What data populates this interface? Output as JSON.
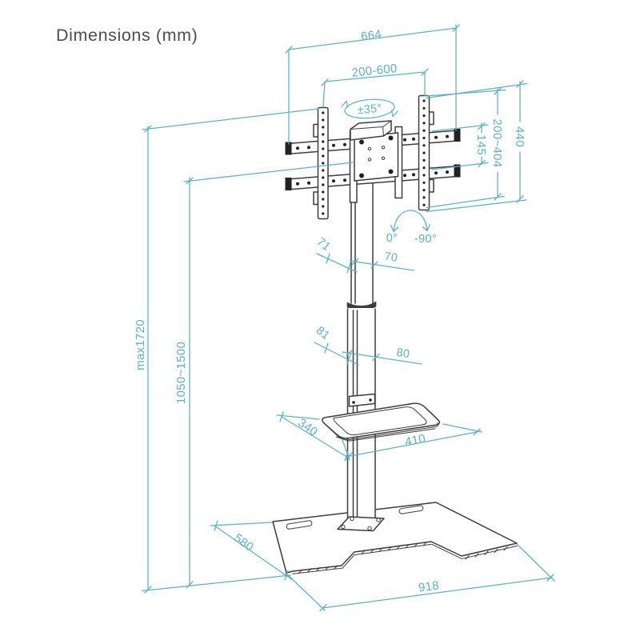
{
  "title": "Dimensions (mm)",
  "colors": {
    "dimension_lines": "#5fafbf",
    "drawing_lines": "#3c3c3c",
    "title_text": "#4d4d4d"
  },
  "dimensions": {
    "overall_width": "664",
    "vesa_width_range": "200-600",
    "swivel_angle": "±35°",
    "vesa_height_range": "200~404",
    "plate_height": "145",
    "bracket_height": "440",
    "tilt_min": "0°",
    "tilt_max": "-90°",
    "upper_column_depth": "71",
    "upper_column_width": "70",
    "lower_column_depth": "81",
    "lower_column_width": "80",
    "max_height": "max1720",
    "height_adjust_range": "1050~1500",
    "shelf_depth": "340",
    "shelf_width": "410",
    "base_depth": "580",
    "base_width": "918"
  }
}
